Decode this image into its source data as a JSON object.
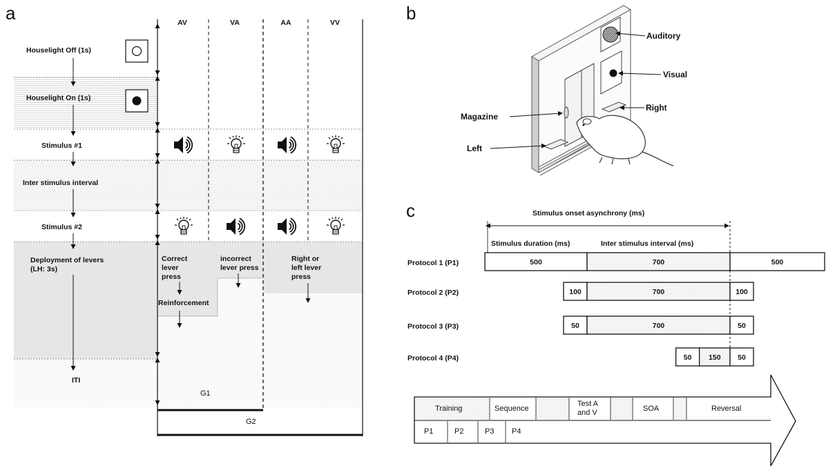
{
  "panels": {
    "a": "a",
    "b": "b",
    "c": "c"
  },
  "panel_a": {
    "columns": [
      "AV",
      "VA",
      "AA",
      "VV"
    ],
    "steps": {
      "houselight_off": "Houselight Off (1s)",
      "houselight_on": "Houselight On (1s)",
      "stimulus1": "Stimulus #1",
      "isi": "Inter stimulus interval",
      "stimulus2": "Stimulus #2",
      "deployment_line1": "Deployment of levers",
      "deployment_line2": "(LH: 3s)",
      "iti": "ITI"
    },
    "outcomes": {
      "correct": [
        "Correct",
        "lever",
        "press"
      ],
      "reinforcement": "Reinforcement",
      "incorrect": [
        "incorrect",
        "lever press"
      ],
      "either": [
        "Right or",
        "left lever",
        "press"
      ]
    },
    "groups": {
      "g1": "G1",
      "g2": "G2"
    },
    "stimulus1_icons": [
      "speaker-icon",
      "lightbulb-icon",
      "speaker-icon",
      "lightbulb-icon"
    ],
    "stimulus2_icons": [
      "lightbulb-icon",
      "speaker-icon",
      "speaker-icon",
      "lightbulb-icon"
    ]
  },
  "panel_b": {
    "labels": {
      "auditory": "Auditory",
      "visual": "Visual",
      "right": "Right",
      "magazine": "Magazine",
      "left": "Left"
    }
  },
  "panel_c": {
    "soa_label": "Stimulus onset asynchrony (ms)",
    "duration_label": "Stimulus duration (ms)",
    "isi_label": "Inter stimulus interval (ms)",
    "protocols": [
      {
        "name": "Protocol 1 (P1)",
        "duration": "500",
        "isi": "700",
        "duration2": "500"
      },
      {
        "name": "Protocol 2 (P2)",
        "duration": "100",
        "isi": "700",
        "duration2": "100"
      },
      {
        "name": "Protocol 3 (P3)",
        "duration": "50",
        "isi": "700",
        "duration2": "50"
      },
      {
        "name": "Protocol 4 (P4)",
        "duration": "50",
        "isi": "150",
        "duration2": "50"
      }
    ],
    "timeline": {
      "phases": [
        "Training",
        "Sequence",
        "Test A\nand V",
        "SOA",
        "Reversal"
      ],
      "protocols": [
        "P1",
        "P2",
        "P3",
        "P4"
      ]
    }
  }
}
